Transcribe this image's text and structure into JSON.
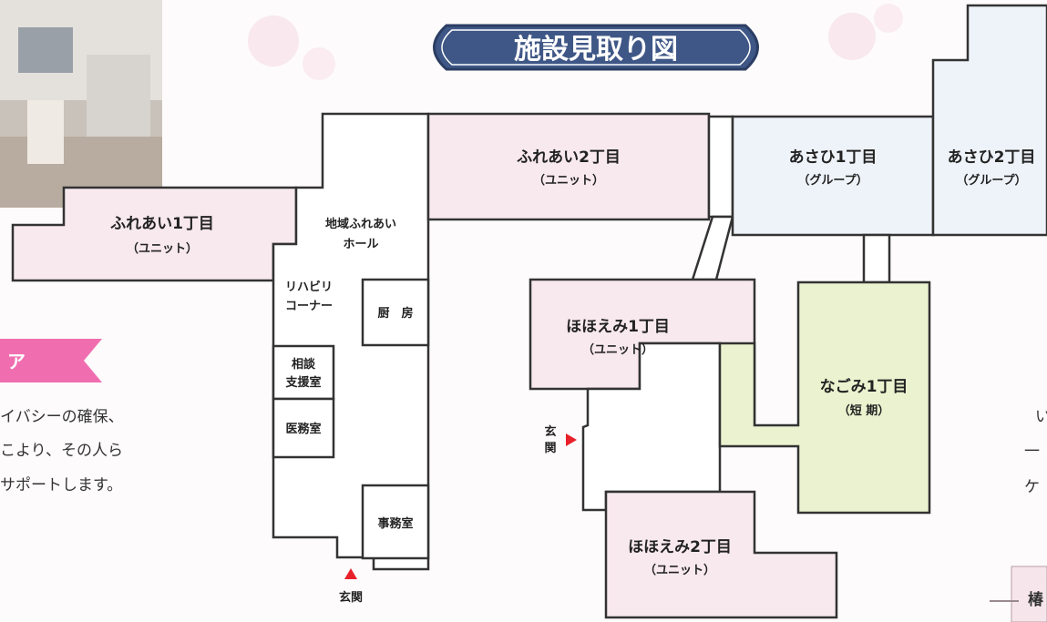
{
  "banner": {
    "title": "施設見取り図"
  },
  "rooms": {
    "fureai1": {
      "name": "ふれあい1丁目",
      "type": "（ユニット）"
    },
    "fureai2": {
      "name": "ふれあい2丁目",
      "type": "（ユニット）"
    },
    "asahi1": {
      "name": "あさひ1丁目",
      "type": "（グループ）"
    },
    "asahi2": {
      "name": "あさひ2丁目",
      "type": "（グループ）"
    },
    "hohoemi1": {
      "name": "ほほえみ1丁目",
      "type": "（ユニット）"
    },
    "hohoemi2": {
      "name": "ほほえみ2丁目",
      "type": "（ユニット）"
    },
    "nagomi1": {
      "name": "なごみ1丁目",
      "type": "（短 期）"
    },
    "hall": {
      "line1": "地域ふれあい",
      "line2": "ホール"
    },
    "rehab": {
      "line1": "リハビリ",
      "line2": "コーナー"
    },
    "kitchen": {
      "name": "厨　房"
    },
    "consult": {
      "line1": "相談",
      "line2": "支援室"
    },
    "medical": {
      "name": "医務室"
    },
    "office": {
      "name": "事務室"
    }
  },
  "entrances": {
    "bottom": {
      "label": "玄関"
    },
    "side": {
      "line1": "玄",
      "line2": "関"
    }
  },
  "left_text": {
    "ribbon": "ア",
    "lines": [
      "イバシーの確保、",
      "こより、その人ら",
      "サポートします。"
    ]
  },
  "right_text": {
    "lines": [
      "い",
      "一",
      "ケ"
    ],
    "sign": "椿"
  },
  "colors": {
    "pink": "#f8e9ee",
    "blue": "#eef3f9",
    "green": "#ebf2cf",
    "ribbon": "#f06eb0",
    "banner": "#3f5786",
    "arrow": "#e8202a"
  }
}
